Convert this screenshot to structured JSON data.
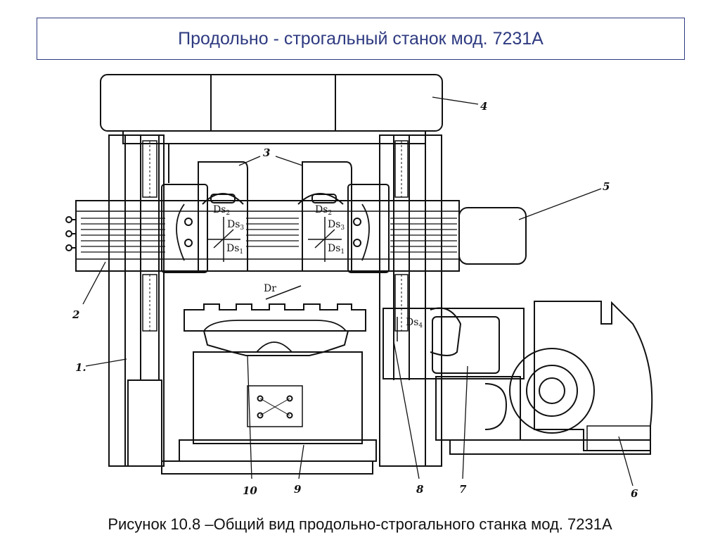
{
  "header": {
    "title": "Продольно - строгальный станок мод. 7231А"
  },
  "caption": "Рисунок 10.8  –Общий вид продольно-строгального станка мод. 7231А",
  "callouts": {
    "c1": "1.",
    "c2": "2",
    "c3": "3",
    "c4": "4",
    "c5": "5",
    "c6": "6",
    "c7": "7",
    "c8": "8",
    "c9": "9",
    "c10": "10"
  },
  "motion_labels": {
    "dr": "Dr",
    "ds_main": "Ds",
    "s1": "1",
    "s2": "2",
    "s3": "3",
    "s4": "4"
  },
  "colors": {
    "title": "#2e3a80",
    "ink": "#111111"
  }
}
